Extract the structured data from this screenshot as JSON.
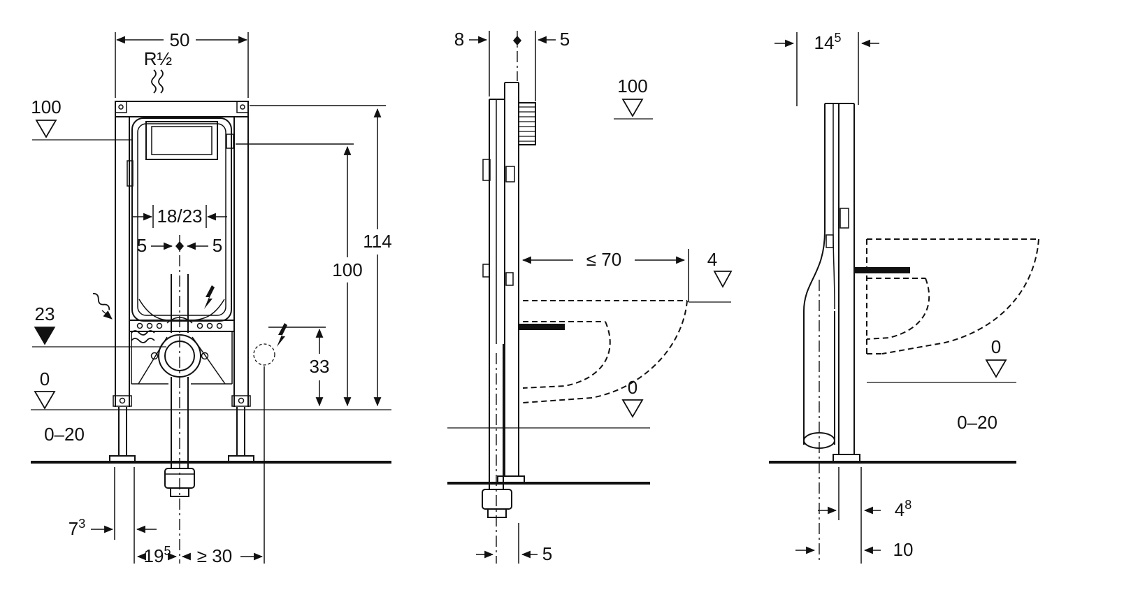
{
  "drawing": {
    "front_view": {
      "dim_width_top": "50",
      "water_supply": "R½",
      "level_100": "100",
      "dim_height_114": "114",
      "dim_height_100": "100",
      "dim_18_23": "18/23",
      "dim_5_left": "5",
      "dim_5_right": "5",
      "level_23": "23",
      "dim_33": "33",
      "level_0": "0",
      "floor_range": "0–20",
      "dim_7_3": {
        "base": "7",
        "sup": "3"
      },
      "dim_19_5": {
        "base": "19",
        "sup": "5"
      },
      "dim_min_30": "≥ 30"
    },
    "side_view": {
      "dim_8": "8",
      "dim_5_top": "5",
      "level_100": "100",
      "dim_max_70": "≤ 70",
      "dim_4": "4",
      "level_0": "0",
      "dim_5_bottom": "5"
    },
    "side_view_pipe": {
      "dim_14_5": {
        "base": "14",
        "sup": "5"
      },
      "level_0": "0",
      "floor_range": "0–20",
      "dim_4_8": {
        "base": "4",
        "sup": "8"
      },
      "dim_10": "10"
    },
    "colors": {
      "line": "#111111",
      "background": "#ffffff"
    }
  }
}
